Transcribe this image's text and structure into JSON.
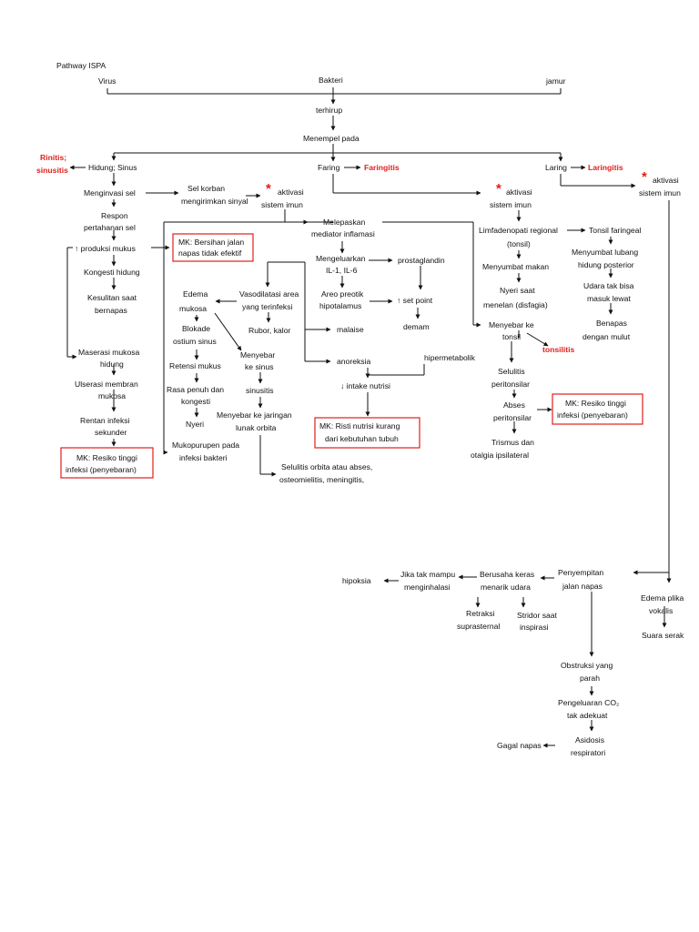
{
  "title": "Pathway ISPA",
  "colors": {
    "text": "#111111",
    "highlight": "#e0201b",
    "line": "#111111"
  },
  "nodes": {
    "virus": "Virus",
    "bakteri": "Bakteri",
    "jamur": "jamur",
    "terhirup": "terhirup",
    "menempel": "Menempel pada",
    "rinitis": [
      "Rinitis;",
      "sinusitis"
    ],
    "hidung": "Hidung; Sinus",
    "faring": "Faring",
    "faringitis": "Faringitis",
    "laring": "Laring",
    "laringitis": "Laringitis",
    "menginvasi": "Menginvasi sel",
    "selkorban": [
      "Sel korban",
      "mengirimkan sinyal"
    ],
    "aktivasi1": [
      "aktivasi",
      "sistem imun"
    ],
    "aktivasi2": [
      "aktivasi",
      "sistem imun"
    ],
    "aktivasi3": [
      "aktivasi",
      "sistem imun"
    ],
    "star": "*",
    "respon": [
      "Respon",
      "pertahanan sel"
    ],
    "produksi": "↑ produksi mukus",
    "mk_bersihan": [
      "MK: Bersihan jalan",
      "napas tidak efektif"
    ],
    "kongesti": "Kongesti hidung",
    "kesulitan": [
      "Kesulitan saat",
      "bernapas"
    ],
    "maserasi": [
      "Maserasi mukosa",
      "hidung"
    ],
    "ulserasi": [
      "Ulserasi membran",
      "mukosa"
    ],
    "rentan": [
      "Rentan infeksi",
      "sekunder"
    ],
    "mk_resiko1": [
      "MK: Resiko tinggi",
      "infeksi (penyebaran)"
    ],
    "melepaskan": [
      "Melepaskan",
      "mediator inflamasi"
    ],
    "mengeluarkan": [
      "Mengeluarkan",
      "IL-1, IL-6"
    ],
    "prostaglandin": "prostaglandin",
    "areo": [
      "Areo preotik",
      "hipotalamus"
    ],
    "setpoint": "↑ set point",
    "demam": "demam",
    "malaise": "malaise",
    "anoreksia": "anoreksia",
    "intake": "↓ intake nutrisi",
    "hipermetabolik": "hipermetabolik",
    "mk_nutrisi": [
      "MK: Risti nutrisi kurang",
      "dari kebutuhan tubuh"
    ],
    "edema_mukosa": [
      "Edema",
      "mukosa"
    ],
    "vasodilatasi": [
      "Vasodilatasi area",
      "yang terinfeksi"
    ],
    "rubor": "Rubor, kalor",
    "blokade": [
      "Blokade",
      "ostium sinus"
    ],
    "retensi": "Retensi mukus",
    "rasa": [
      "Rasa penuh dan",
      "kongesti"
    ],
    "nyeri": "Nyeri",
    "menyebar_sinus": [
      "Menyebar",
      "ke sinus"
    ],
    "sinusitis": "sinusitis",
    "jaringan": [
      "Menyebar ke jaringan",
      "lunak orbita"
    ],
    "mukopurupen": [
      "Mukopurupen pada",
      "infeksi bakteri"
    ],
    "selulitis_orbita": [
      "Selulitis orbita atau abses,",
      "osteomielitis, meningitis,"
    ],
    "limfadenopati": [
      "Limfadenopati regional",
      "(tonsil)"
    ],
    "tonsil_faringeal": "Tonsil faringeal",
    "menyumbat_makan": "Menyumbat makan",
    "menyumbat_lubang": [
      "Menyumbat lubang",
      "hidung posterior"
    ],
    "nyeri_menelan": [
      "Nyeri saat",
      "menelan (disfagia)"
    ],
    "udara": [
      "Udara tak bisa",
      "masuk lewat"
    ],
    "benapas": [
      "Benapas",
      "dengan mulut"
    ],
    "menyebar_tonsil": [
      "Menyebar ke",
      "tonsil"
    ],
    "tonsilitis": "tonsilitis",
    "selulitis_peri": [
      "Selulitis",
      "peritonsilar"
    ],
    "abses": [
      "Abses",
      "peritonsilar"
    ],
    "mk_resiko2": [
      "MK: Resiko tinggi",
      "infeksi (penyebaran)"
    ],
    "trismus": [
      "Trismus dan",
      "otalgia ipsilateral"
    ],
    "penyempitan": [
      "Penyempitan",
      "jalan napas"
    ],
    "berusaha": [
      "Berusaha keras",
      "menarik udara"
    ],
    "jika": [
      "Jika tak mampu",
      "menginhalasi"
    ],
    "hipoksia": "hipoksia",
    "retraksi": [
      "Retraksi",
      "suprasternal"
    ],
    "stridor": [
      "Stridor saat",
      "inspirasi"
    ],
    "edema_plika": [
      "Edema plika",
      "vokalis"
    ],
    "suara": "Suara serak",
    "obstruksi": [
      "Obstruksi yang",
      "parah"
    ],
    "pengeluaran": [
      "Pengeluaran CO₂",
      "tak adekuat"
    ],
    "asidosis": [
      "Asidosis",
      "respiratori"
    ],
    "gagal": "Gagal napas"
  }
}
